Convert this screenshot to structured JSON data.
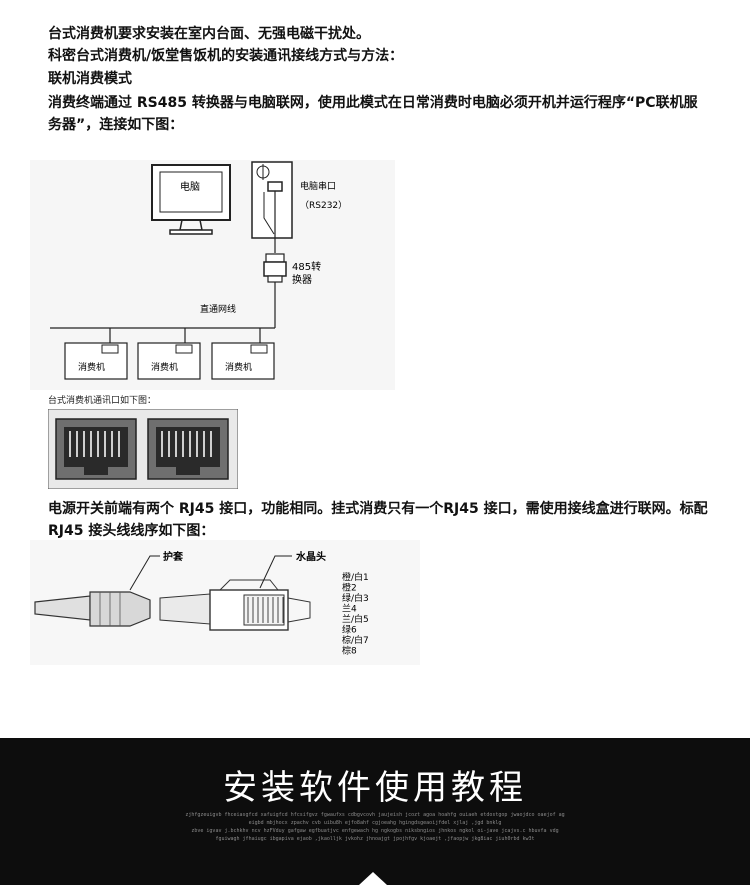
{
  "doc": {
    "p1": "台式消费机要求安装在室内台面、无强电磁干扰处。",
    "p2": "科密台式消费机/饭堂售饭机的安装通讯接线方式与方法：",
    "p3": "联机消费模式",
    "p4": "消费终端通过 RS485 转换器与电脑联网，使用此模式在日常消费时电脑必须开机并运行程序“PC联机服务器”，连接如下图：",
    "p5": "电源开关前端有两个 RJ45 接口，功能相同。挂式消费只有一个RJ45 接口，需使用接线盒进行联网。标配 RJ45 接头线线序如下图："
  },
  "diagram1": {
    "monitor_label": "电脑",
    "serial_label": "电脑串口",
    "serial_sub": "（RS232）",
    "converter_label_1": "485转",
    "converter_label_2": "换器",
    "cable_label": "直通网线",
    "terminal_label": "消费机"
  },
  "diagram2": {
    "caption": "台式消费机通讯口如下图："
  },
  "diagram3": {
    "sheath_label": "护套",
    "crystal_label": "水晶头",
    "wires": [
      "橙/白1",
      "橙2",
      "绿/白3",
      "兰4",
      "兰/白5",
      "绿6",
      "棕/白7",
      "棕8"
    ]
  },
  "footer": {
    "title": "安装软件使用教程",
    "tiny_lines": [
      "zjhfgzeuigvb fhceiasgfcd xafuigfcd hfcsifgvz fgwaufxs cdbgvcovh jaujeish jcozt agoa hoahfg ouiaeh etdostgop jwaojdco oaejof ag",
      "eigbd mbjhocx  zpachv cvb uibu8h ejfo8ahf cgjoeahg hgingdsgeaoijfdel  xjlaj ,jgd bnklg",
      "zbve igvav  j.bchkhv ncv hzFVduy gafgaw egfbuatjvc  enfgewach hg ngkogbs niksbngios jhnkos ngkol oi-jave jcajvs.c hbuvfa vdg",
      "fguiwagh jfhaiugc ibgapiva ejaob ,jkaolljk jvkohz jhnoajgt jpojhfgv kjoaejt ,jfaopjw jkg8iac jiuh0rbd kw3t"
    ]
  },
  "colors": {
    "footer_bg": "#0d0d0d",
    "footer_text": "#ffffff",
    "body_text": "#111111"
  },
  "icons": [
    "monitor-icon",
    "pc-tower-icon",
    "rs485-converter-icon",
    "rj45-port-icon",
    "rj45-plug-icon"
  ]
}
